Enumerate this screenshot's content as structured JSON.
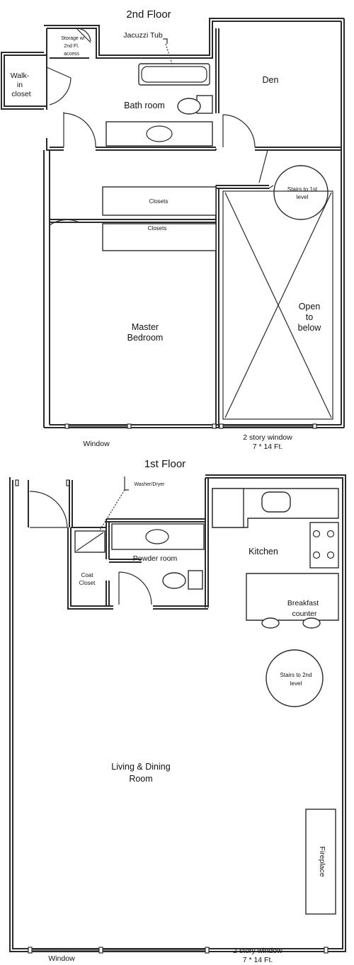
{
  "second_floor": {
    "title": "2nd Floor",
    "rooms": {
      "storage_line1": "Storage w/",
      "storage_line2": "2nd Fl.",
      "storage_line3": "access",
      "jacuzzi": "Jacuzzi Tub",
      "walkin_line1": "Walk-",
      "walkin_line2": "in",
      "walkin_line3": "closet",
      "bathroom": "Bath room",
      "den": "Den",
      "closets_top": "Closets",
      "closets_bottom": "Closets",
      "stairs_line1": "Stairs to 1st",
      "stairs_line2": "level",
      "open_line1": "Open",
      "open_line2": "to",
      "open_line3": "below",
      "master_line1": "Master",
      "master_line2": "Bedroom",
      "window": "Window",
      "story_window_line1": "2 story window",
      "story_window_line2": "7 * 14 Ft."
    }
  },
  "first_floor": {
    "title": "1st Floor",
    "rooms": {
      "washer": "Washer/Dryer",
      "coat_line1": "Coat",
      "coat_line2": "Closet",
      "powder": "Powder room",
      "kitchen": "Kitchen",
      "breakfast_line1": "Breakfast",
      "breakfast_line2": "counter",
      "stairs_line1": "Stairs to 2nd",
      "stairs_line2": "level",
      "living_line1": "Living & Dining",
      "living_line2": "Room",
      "fireplace": "Fireplace",
      "window": "Window",
      "story_window_line1": "2 story window",
      "story_window_line2": "7 * 14 Ft."
    }
  }
}
